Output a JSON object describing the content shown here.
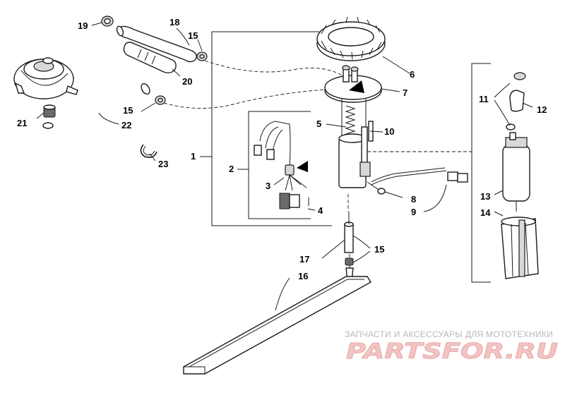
{
  "callouts": {
    "c1": "1",
    "c2": "2",
    "c3": "3",
    "c4": "4",
    "c5": "5",
    "c6": "6",
    "c7": "7",
    "c8": "8",
    "c9": "9",
    "c10": "10",
    "c11": "11",
    "c12": "12",
    "c13": "13",
    "c14": "14",
    "c15a": "15",
    "c15b": "15",
    "c15c": "15",
    "c16": "16",
    "c17": "17",
    "c18": "18",
    "c19": "19",
    "c20": "20",
    "c21": "21",
    "c22": "22",
    "c23": "23"
  },
  "watermark": {
    "caption": "ЗАПЧАСТИ И АКСЕССУАРЫ ДЛЯ МОТОТЕХНИКИ",
    "logo": "PARTSFOR.RU"
  }
}
